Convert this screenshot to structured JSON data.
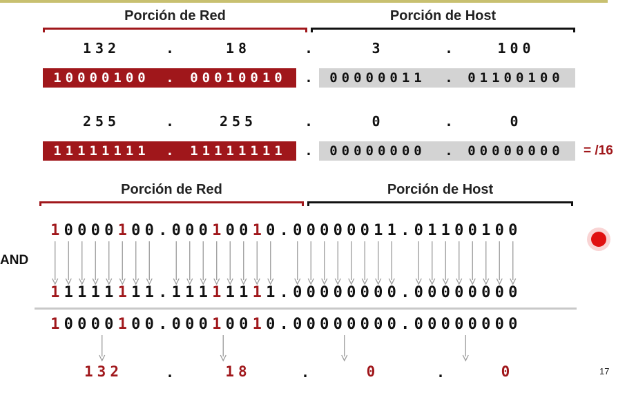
{
  "top_section": {
    "red_header": "Porción de Red",
    "host_header": "Porción de Host",
    "ip_octets": [
      "132",
      "18",
      "3",
      "100"
    ],
    "ip_binary": [
      "10000100",
      "00010010",
      "00000011",
      "01100100"
    ],
    "mask_octets": [
      "255",
      "255",
      "0",
      "0"
    ],
    "mask_binary": [
      "11111111",
      "11111111",
      "00000000",
      "00000000"
    ],
    "prefix_label": "= /16",
    "separator": "."
  },
  "and_section": {
    "red_header": "Porción de Red",
    "host_header": "Porción de Host",
    "operation_label": "AND",
    "ip_binary": [
      "10000100",
      "00010010",
      "00000011",
      "01100100"
    ],
    "mask_binary": [
      "11111111",
      "11111111",
      "00000000",
      "00000000"
    ],
    "result_binary": [
      "10000100",
      "00010010",
      "00000000",
      "00000000"
    ],
    "result_decimal": [
      "132",
      "18",
      "0",
      "0"
    ]
  },
  "slide_number": "17",
  "colors": {
    "network_red": "#a0171b",
    "host_gray": "#d3d3d3",
    "pointer_dot": "#e01010"
  }
}
